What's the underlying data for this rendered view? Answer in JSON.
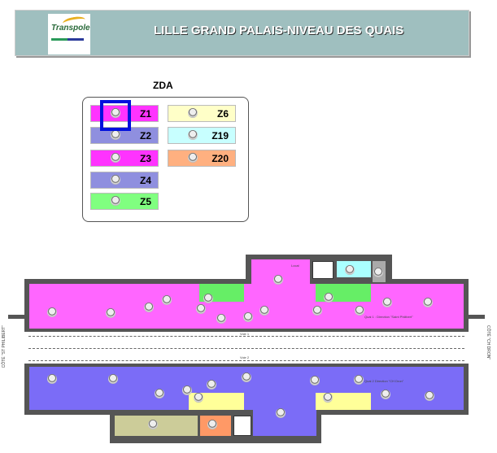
{
  "header": {
    "title": "LILLE GRAND PALAIS-NIVEAU DES QUAIS",
    "logo_text": "Transpole"
  },
  "legend": {
    "title": "ZDA",
    "zones": [
      {
        "id": "Z1",
        "color": "#ff33ff"
      },
      {
        "id": "Z2",
        "color": "#8f8fdf"
      },
      {
        "id": "Z3",
        "color": "#ff33ff"
      },
      {
        "id": "Z4",
        "color": "#8f8fdf"
      },
      {
        "id": "Z5",
        "color": "#80ff80"
      },
      {
        "id": "Z6",
        "color": "#ffffc8"
      },
      {
        "id": "Z19",
        "color": "#c8ffff"
      },
      {
        "id": "Z20",
        "color": "#ffb080"
      }
    ],
    "selected": "Z1"
  },
  "map": {
    "side_left": "CÔTÉ \"ST PHILIBERT\"",
    "side_right": "CÔTÉ \"CH DRON\"",
    "quai1": "Quai 1 : Direction \"Saint Philibert\"",
    "quai2": "Quai 2 Direction \"CH Dron\"",
    "voie1": "Voie 1",
    "voie2": "Voie 2",
    "local": "Local"
  }
}
